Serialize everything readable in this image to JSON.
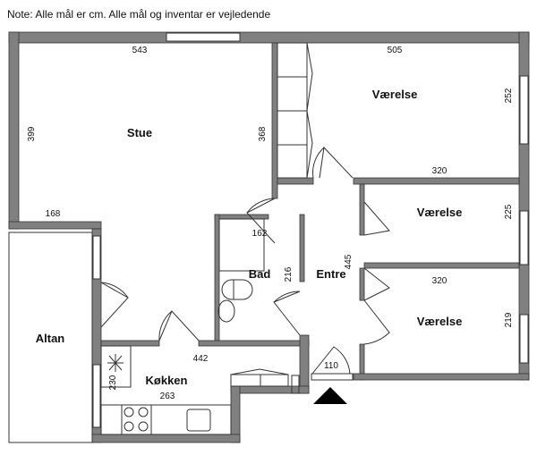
{
  "note": "Note: Alle mål er cm. Alle mål og inventar er vejledende",
  "rooms": {
    "stue": "Stue",
    "vaerelse1": "Værelse",
    "vaerelse2": "Værelse",
    "vaerelse3": "Værelse",
    "bad": "Bad",
    "entre": "Entre",
    "koekken": "Køkken",
    "altan": "Altan"
  },
  "dimensions": {
    "stue_width": "543",
    "stue_height": "399",
    "stue_inner": "368",
    "stue_lower": "168",
    "vaerelse1_width": "505",
    "vaerelse1_height": "252",
    "vaerelse2_width": "320",
    "vaerelse2_height": "225",
    "vaerelse3_width": "320",
    "vaerelse3_height": "219",
    "bad_width": "162",
    "bad_height": "216",
    "entre_length": "445",
    "koekken_length": "442",
    "koekken_height": "230",
    "koekken_width": "263",
    "door_width": "110"
  },
  "colors": {
    "wall": "#808080",
    "line": "#333333"
  }
}
